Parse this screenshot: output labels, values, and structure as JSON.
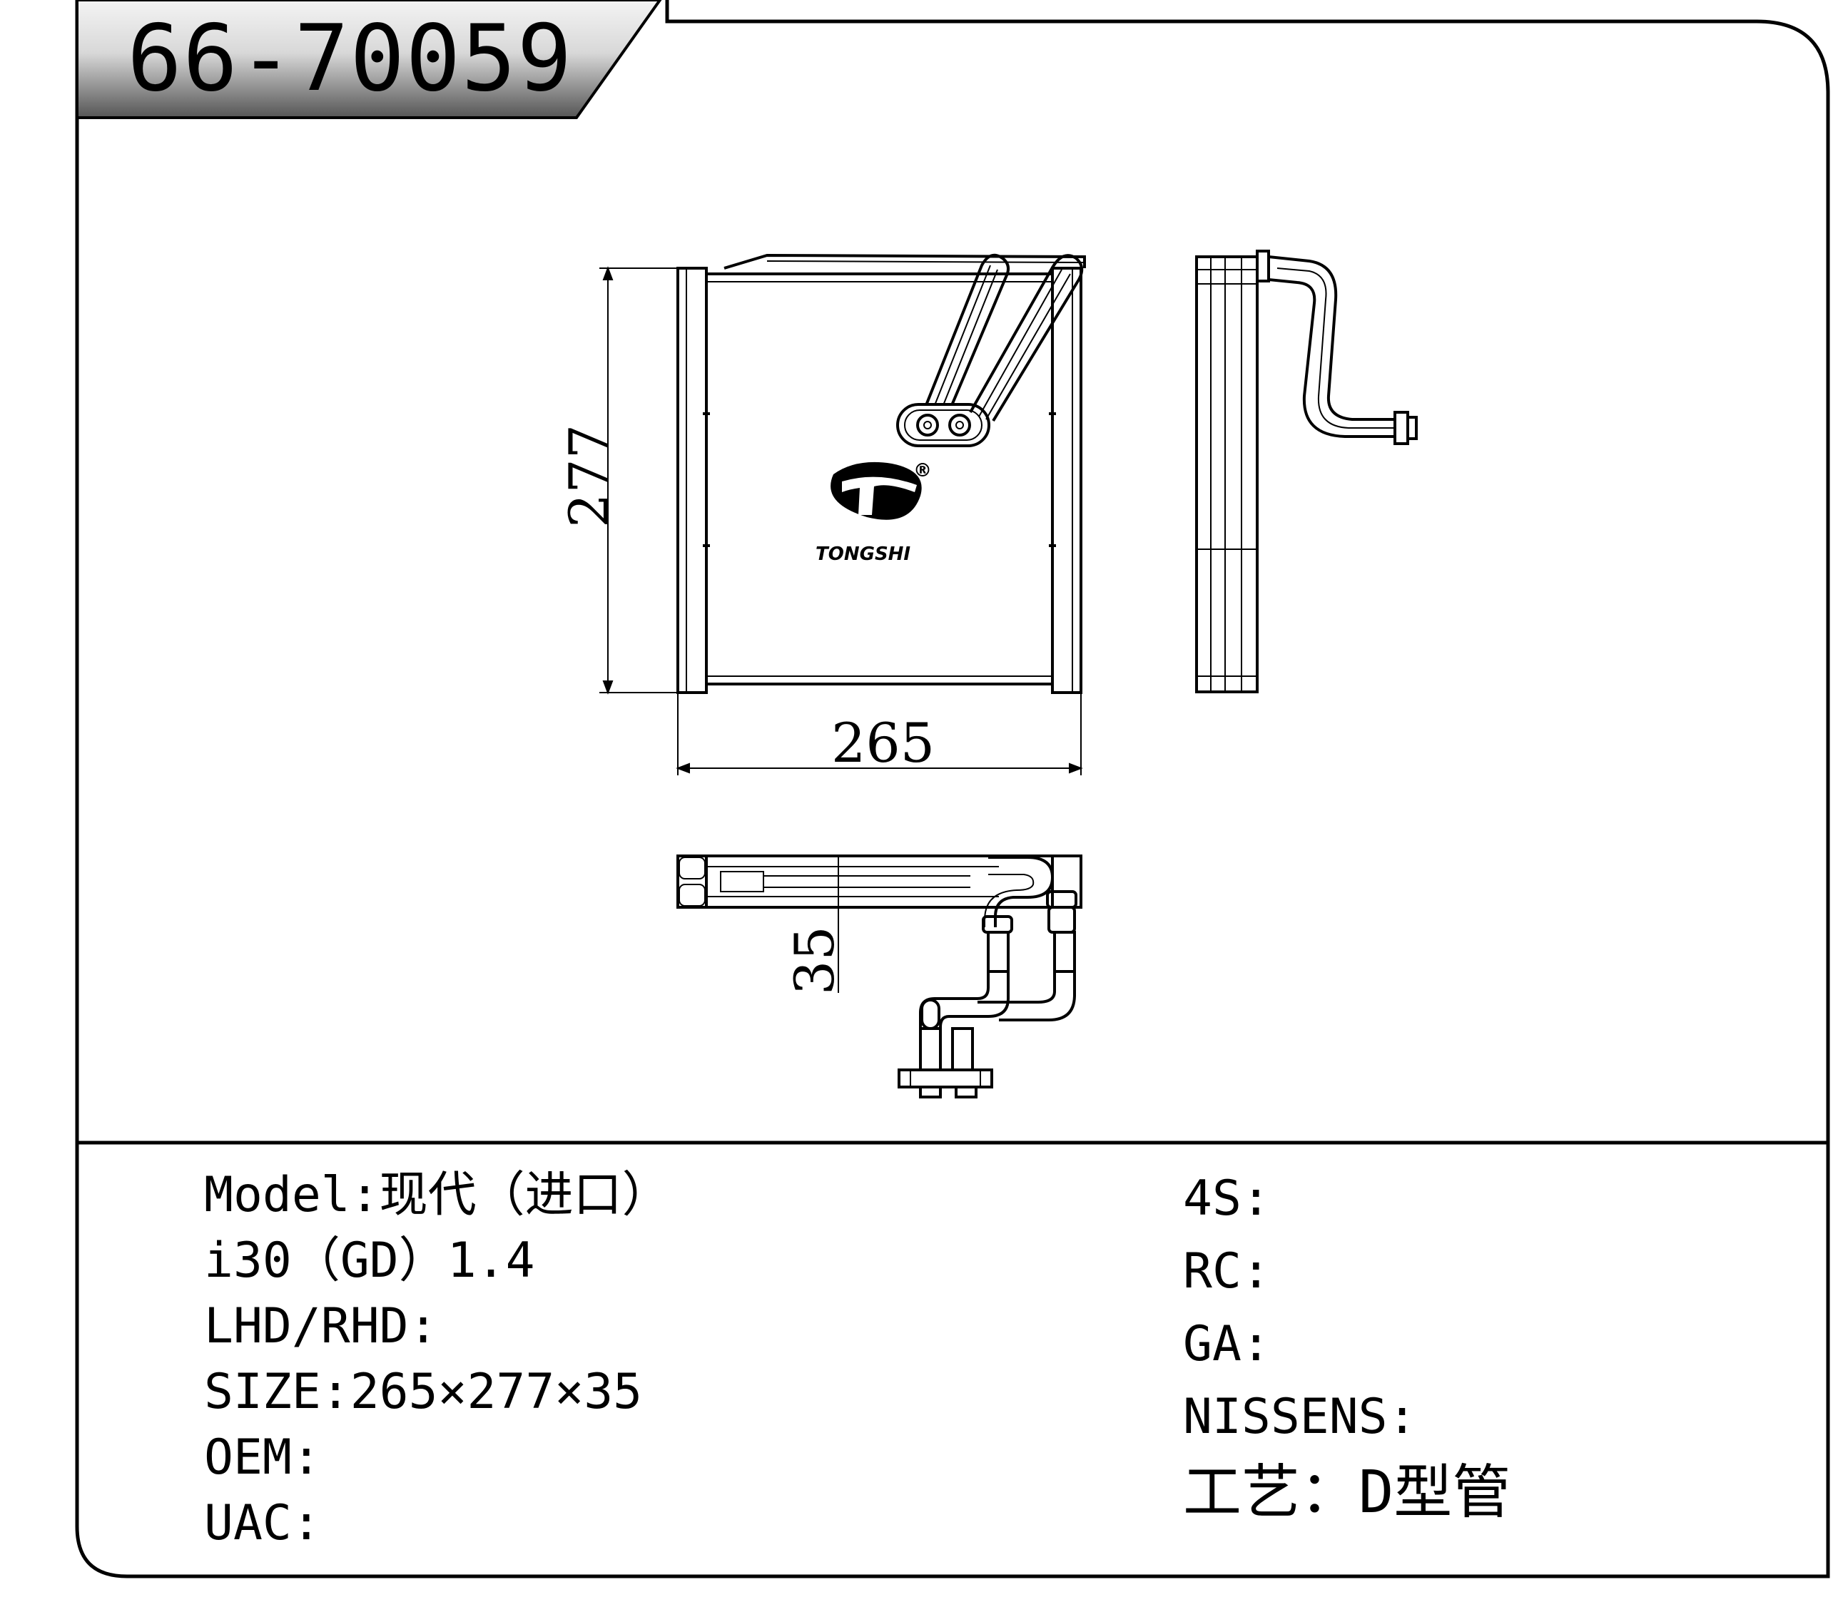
{
  "header": {
    "part_number": "66-70059"
  },
  "drawing": {
    "dimensions": {
      "width": "265",
      "height": "277",
      "depth": "35"
    },
    "logo": {
      "brand": "TONGSHI",
      "registered_mark": "®"
    }
  },
  "specs_left": [
    {
      "label": "Model:",
      "value": "现代（进口）"
    },
    {
      "label": "i30（GD）1.4",
      "value": ""
    },
    {
      "label": "LHD/RHD:",
      "value": ""
    },
    {
      "label": "SIZE:",
      "value": "265×277×35"
    },
    {
      "label": "OEM:",
      "value": ""
    },
    {
      "label": "UAC:",
      "value": ""
    }
  ],
  "specs_right": [
    {
      "label": "4S:",
      "value": ""
    },
    {
      "label": "RC:",
      "value": ""
    },
    {
      "label": "GA:",
      "value": ""
    },
    {
      "label": "NISSENS:",
      "value": ""
    },
    {
      "label": "工艺：",
      "value": "D型管"
    }
  ],
  "colors": {
    "line": "#000000",
    "background": "#ffffff",
    "tab_dark": "#4a4a4a",
    "tab_light": "#f2f2f2"
  }
}
